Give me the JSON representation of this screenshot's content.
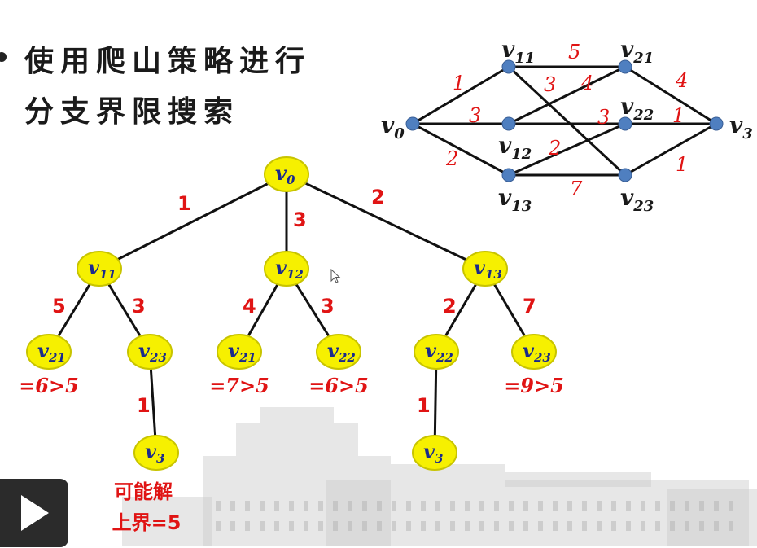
{
  "title": {
    "line1": "使用爬山策略进行",
    "line2": "分支界限搜索"
  },
  "colors": {
    "node_fill": "#f6f000",
    "node_stroke": "#c8c400",
    "graph_node": "#4f7fc0",
    "edge": "#111111",
    "weight_red": "#e01414",
    "label_blue": "#1a2a8c",
    "building_gray": "#c9c9c9"
  },
  "graph": {
    "nodes": [
      {
        "id": "v0",
        "label": "v",
        "sub": "0"
      },
      {
        "id": "v11",
        "label": "v",
        "sub": "11"
      },
      {
        "id": "v12",
        "label": "v",
        "sub": "12"
      },
      {
        "id": "v13",
        "label": "v",
        "sub": "13"
      },
      {
        "id": "v21",
        "label": "v",
        "sub": "21"
      },
      {
        "id": "v22",
        "label": "v",
        "sub": "22"
      },
      {
        "id": "v23",
        "label": "v",
        "sub": "23"
      },
      {
        "id": "v3",
        "label": "v",
        "sub": "3"
      }
    ],
    "edges": [
      {
        "from": "v0",
        "to": "v11",
        "weight": "1"
      },
      {
        "from": "v0",
        "to": "v12",
        "weight": "3"
      },
      {
        "from": "v0",
        "to": "v13",
        "weight": "2"
      },
      {
        "from": "v11",
        "to": "v21",
        "weight": "5"
      },
      {
        "from": "v11",
        "to": "v23",
        "weight": "3"
      },
      {
        "from": "v12",
        "to": "v21",
        "weight": "4"
      },
      {
        "from": "v12",
        "to": "v22",
        "weight": "3"
      },
      {
        "from": "v13",
        "to": "v22",
        "weight": "2"
      },
      {
        "from": "v13",
        "to": "v23",
        "weight": "7"
      },
      {
        "from": "v21",
        "to": "v3",
        "weight": "4"
      },
      {
        "from": "v22",
        "to": "v3",
        "weight": "1"
      },
      {
        "from": "v23",
        "to": "v3",
        "weight": "1"
      }
    ]
  },
  "tree": {
    "nodes": [
      {
        "id": "t0",
        "label": "v",
        "sub": "0",
        "note": ""
      },
      {
        "id": "t11",
        "label": "v",
        "sub": "11",
        "note": ""
      },
      {
        "id": "t12",
        "label": "v",
        "sub": "12",
        "note": ""
      },
      {
        "id": "t13",
        "label": "v",
        "sub": "13",
        "note": ""
      },
      {
        "id": "t11_21",
        "label": "v",
        "sub": "21",
        "note": "=6>5"
      },
      {
        "id": "t11_23",
        "label": "v",
        "sub": "23",
        "note": ""
      },
      {
        "id": "t12_21",
        "label": "v",
        "sub": "21",
        "note": "=7>5"
      },
      {
        "id": "t12_22",
        "label": "v",
        "sub": "22",
        "note": "=6>5"
      },
      {
        "id": "t13_22",
        "label": "v",
        "sub": "22",
        "note": ""
      },
      {
        "id": "t13_23",
        "label": "v",
        "sub": "23",
        "note": "=9>5"
      },
      {
        "id": "t11_23_3",
        "label": "v",
        "sub": "3",
        "note": ""
      },
      {
        "id": "t13_22_3",
        "label": "v",
        "sub": "3",
        "note": ""
      }
    ],
    "edges": [
      {
        "from": "t0",
        "to": "t11",
        "weight": "1"
      },
      {
        "from": "t0",
        "to": "t12",
        "weight": "3"
      },
      {
        "from": "t0",
        "to": "t13",
        "weight": "2"
      },
      {
        "from": "t11",
        "to": "t11_21",
        "weight": "5"
      },
      {
        "from": "t11",
        "to": "t11_23",
        "weight": "3"
      },
      {
        "from": "t12",
        "to": "t12_21",
        "weight": "4"
      },
      {
        "from": "t12",
        "to": "t12_22",
        "weight": "3"
      },
      {
        "from": "t13",
        "to": "t13_22",
        "weight": "2"
      },
      {
        "from": "t13",
        "to": "t13_23",
        "weight": "7"
      },
      {
        "from": "t11_23",
        "to": "t11_23_3",
        "weight": "1"
      },
      {
        "from": "t13_22",
        "to": "t13_22_3",
        "weight": "1"
      }
    ],
    "solution_note": {
      "line1": "可能解",
      "line2": "上界=5"
    }
  },
  "player": {
    "icon": "play-icon"
  }
}
